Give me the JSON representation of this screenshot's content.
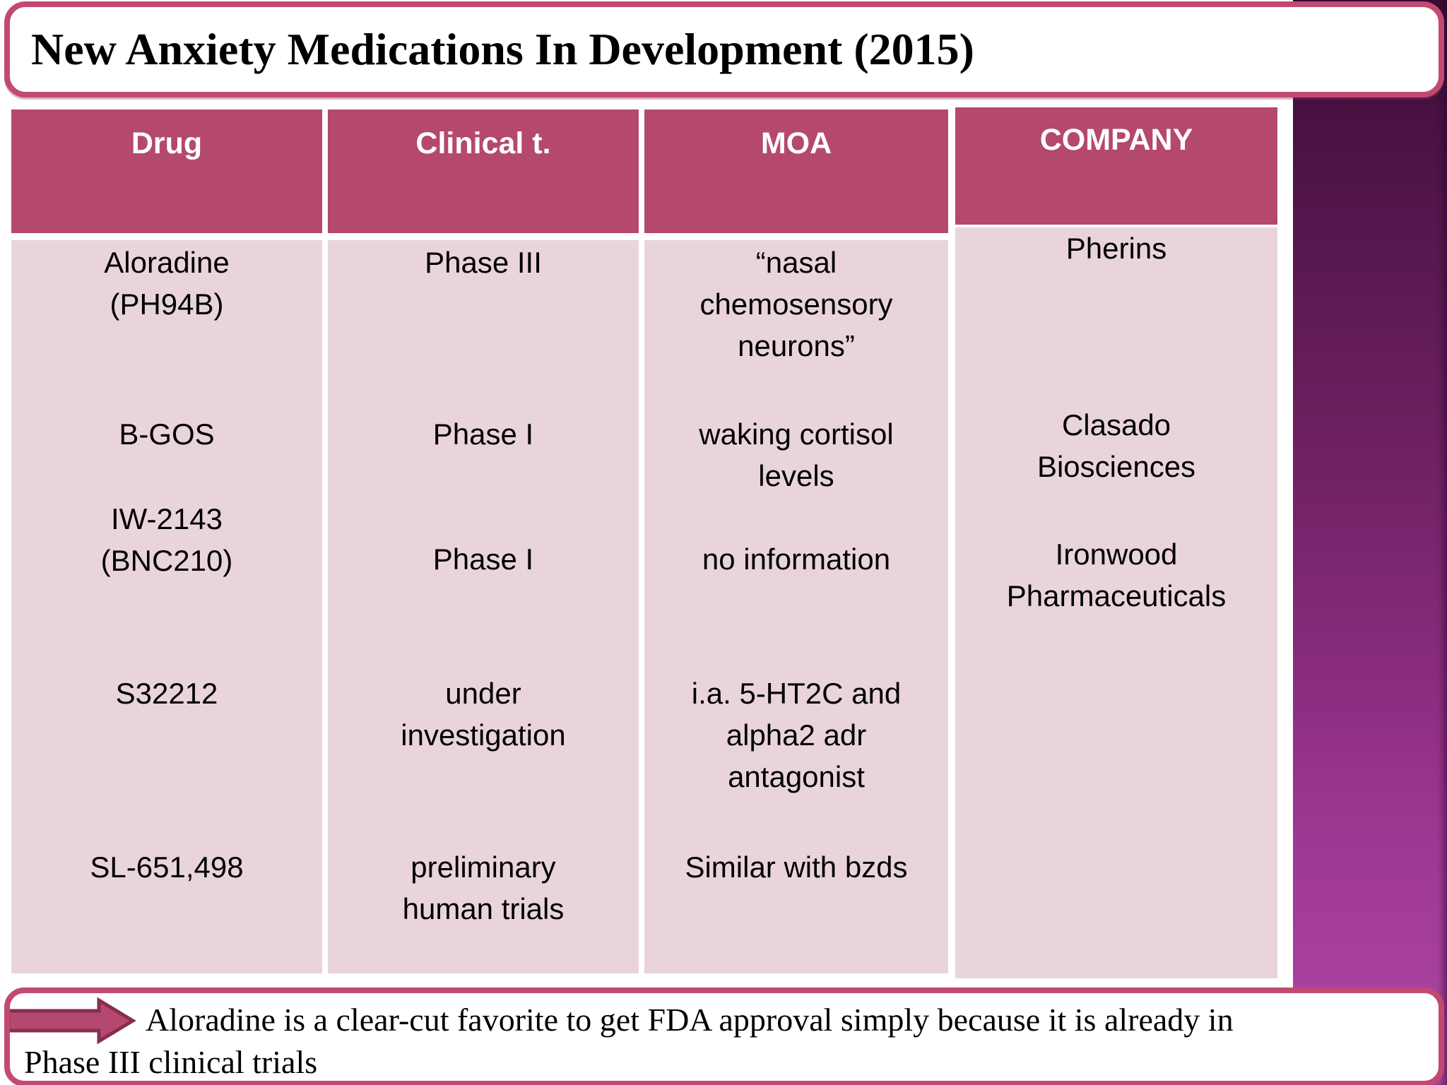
{
  "title": "New Anxiety Medications In Development (2015)",
  "table": {
    "columns": [
      {
        "header": "Drug",
        "rows": [
          "Aloradine\n(PH94B)",
          "B-GOS",
          "IW-2143\n(BNC210)",
          "S32212",
          "SL-651,498"
        ]
      },
      {
        "header": "Clinical t.",
        "rows": [
          "Phase III",
          "Phase I",
          "Phase I",
          "under\ninvestigation",
          "preliminary\nhuman trials"
        ]
      },
      {
        "header": "MOA",
        "rows": [
          "“nasal\nchemosensory\nneurons”",
          "waking cortisol\nlevels",
          "no information",
          "i.a. 5-HT2C and\nalpha2 adr\nantagonist",
          "Similar with bzds"
        ]
      },
      {
        "header": "COMPANY",
        "rows": [
          "Pherins",
          "Clasado\nBiosciences",
          "Ironwood\nPharmaceuticals"
        ]
      }
    ]
  },
  "footer": {
    "note": "Aloradine is a clear-cut favorite to get FDA approval simply because it is already in\nPhase III clinical trials",
    "arrow_icon": "right-block-arrow"
  },
  "colors": {
    "accent": "#b4486f",
    "table_header_bg": "#b4486f",
    "table_body_bg": "#e9d4dc",
    "box_border": "#c14a72",
    "arrow_fill": "#b4486f",
    "arrow_outline": "#872e51",
    "gradient_top": "#3a0c33",
    "gradient_mid": "#8a2c7e",
    "gradient_bottom": "#ab47a0",
    "text": "#000000",
    "header_text": "#ffffff",
    "background": "#ffffff"
  }
}
